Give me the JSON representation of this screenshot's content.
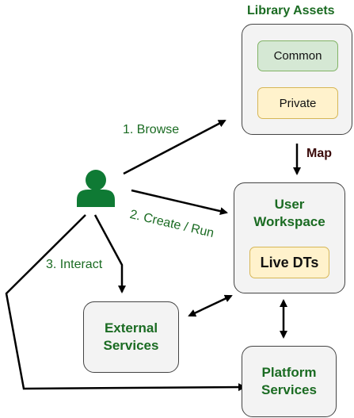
{
  "title": "Library Assets",
  "nodes": {
    "library_chips": {
      "common": "Common",
      "private": "Private"
    },
    "user_workspace": {
      "line1": "User",
      "line2": "Workspace",
      "chip": "Live DTs"
    },
    "external_services": {
      "line1": "External",
      "line2": "Services"
    },
    "platform_services": {
      "line1": "Platform",
      "line2": "Services"
    }
  },
  "edges": {
    "browse": "1. Browse",
    "create_run": "2. Create / Run",
    "interact": "3. Interact",
    "map": "Map"
  },
  "colors": {
    "label_green": "#1a6b22",
    "map_label": "#3a0a0a",
    "common_fill": "#d5e8d4",
    "common_border": "#82b366",
    "private_fill": "#fff2cc",
    "private_border": "#d6b656",
    "live_fill": "#fff2cc",
    "box_fill": "#f3f3f3",
    "user_icon": "#0f7a34"
  },
  "icons": {
    "user": "user-person-icon"
  }
}
